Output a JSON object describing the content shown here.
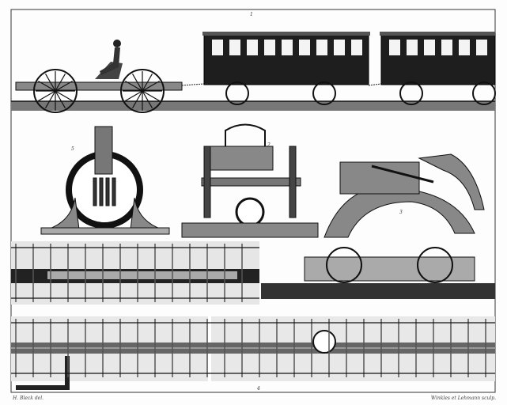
{
  "plate": {
    "credit_left": "H. Bleck del.",
    "credit_right": "Winkles et Lehmann sculp.",
    "figure_labels": [
      "1",
      "2",
      "3",
      "4",
      "5"
    ],
    "colors": {
      "ink": "#1a1a1a",
      "paper": "#fdfdfd",
      "shade": "#6a6a6a"
    }
  }
}
